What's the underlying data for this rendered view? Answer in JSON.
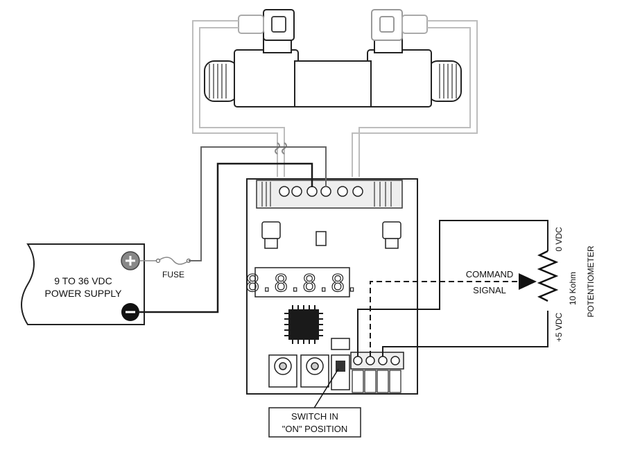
{
  "power_supply": {
    "line1": "9 TO 36 VDC",
    "line2": "POWER SUPPLY",
    "positive_symbol": "plus-icon",
    "negative_symbol": "minus-icon"
  },
  "fuse": {
    "label": "FUSE"
  },
  "command": {
    "line1": "COMMAND",
    "line2": "SIGNAL"
  },
  "potentiometer": {
    "value": "10 Kohm",
    "name": "POTENTIOMETER",
    "top_terminal": "0 VDC",
    "bottom_terminal": "+5 VDC"
  },
  "switch_callout": {
    "line1": "SWITCH IN",
    "line2": "\"ON\" POSITION"
  },
  "colors": {
    "wire_dark": "#1a1a1a",
    "wire_light": "#bdbdbd",
    "board_outline": "#222222"
  }
}
